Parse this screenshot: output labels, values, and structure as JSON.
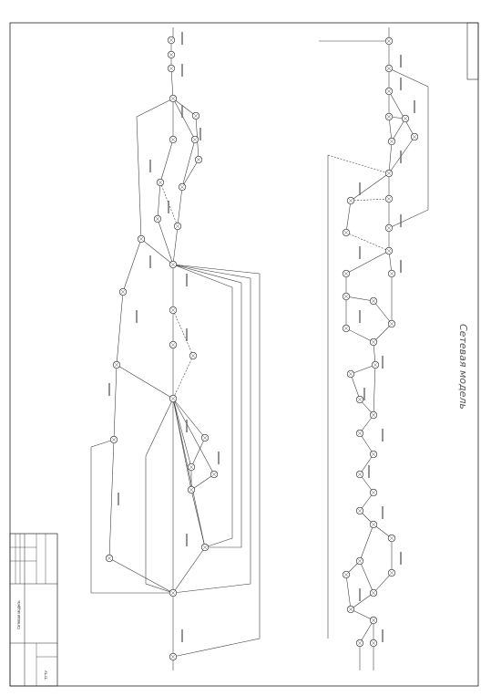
{
  "drawing": {
    "title": "Сетевая модель",
    "stamp_title": "Сетевая модель",
    "stamp_org": "ТГТУ"
  },
  "colors": {
    "ink": "#222222",
    "paper": "#ffffff"
  }
}
